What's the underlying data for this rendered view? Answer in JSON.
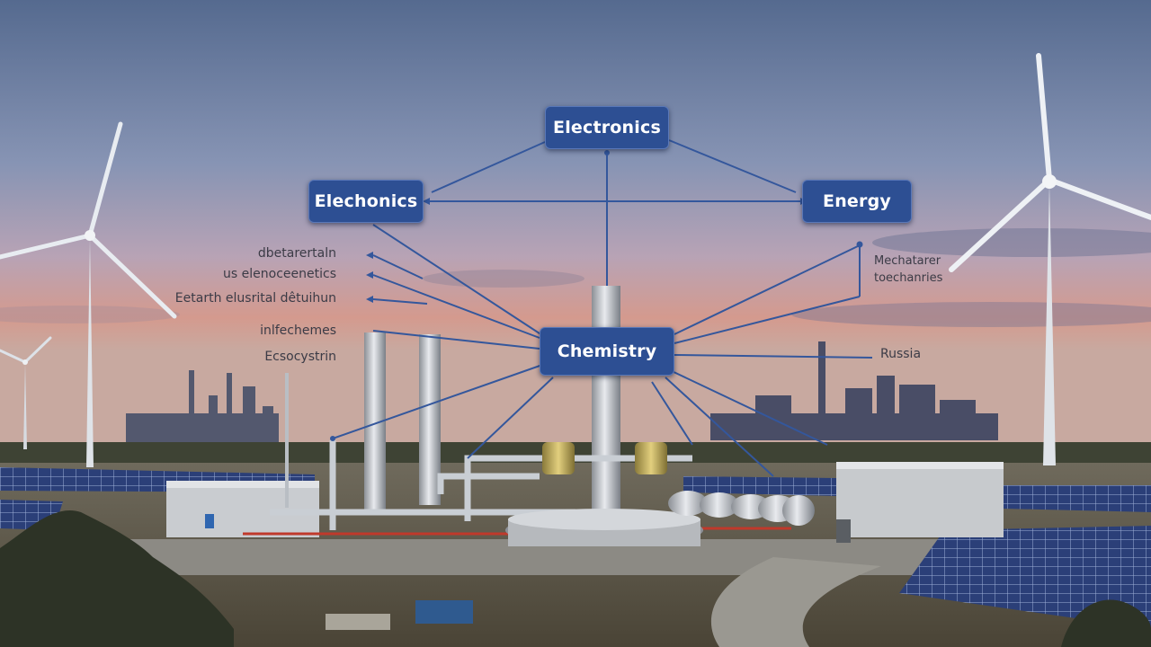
{
  "nodes": {
    "top": "Electronics",
    "left": "Elechonics",
    "right": "Energy",
    "center": "Chemistry"
  },
  "left_labels": [
    "dbetarertaln",
    "us elenoceenetics",
    "Eetarth elusrital dêtuihun",
    "inlfechemes",
    "Ecsocystrin"
  ],
  "right_labels": [
    "Mechatarer",
    "toechanries",
    "Russia"
  ],
  "colors": {
    "node_fill": "#2d4f93",
    "connector": "#34579c",
    "sky_top": "#5b6f93",
    "sky_horizon": "#d49a8e"
  }
}
